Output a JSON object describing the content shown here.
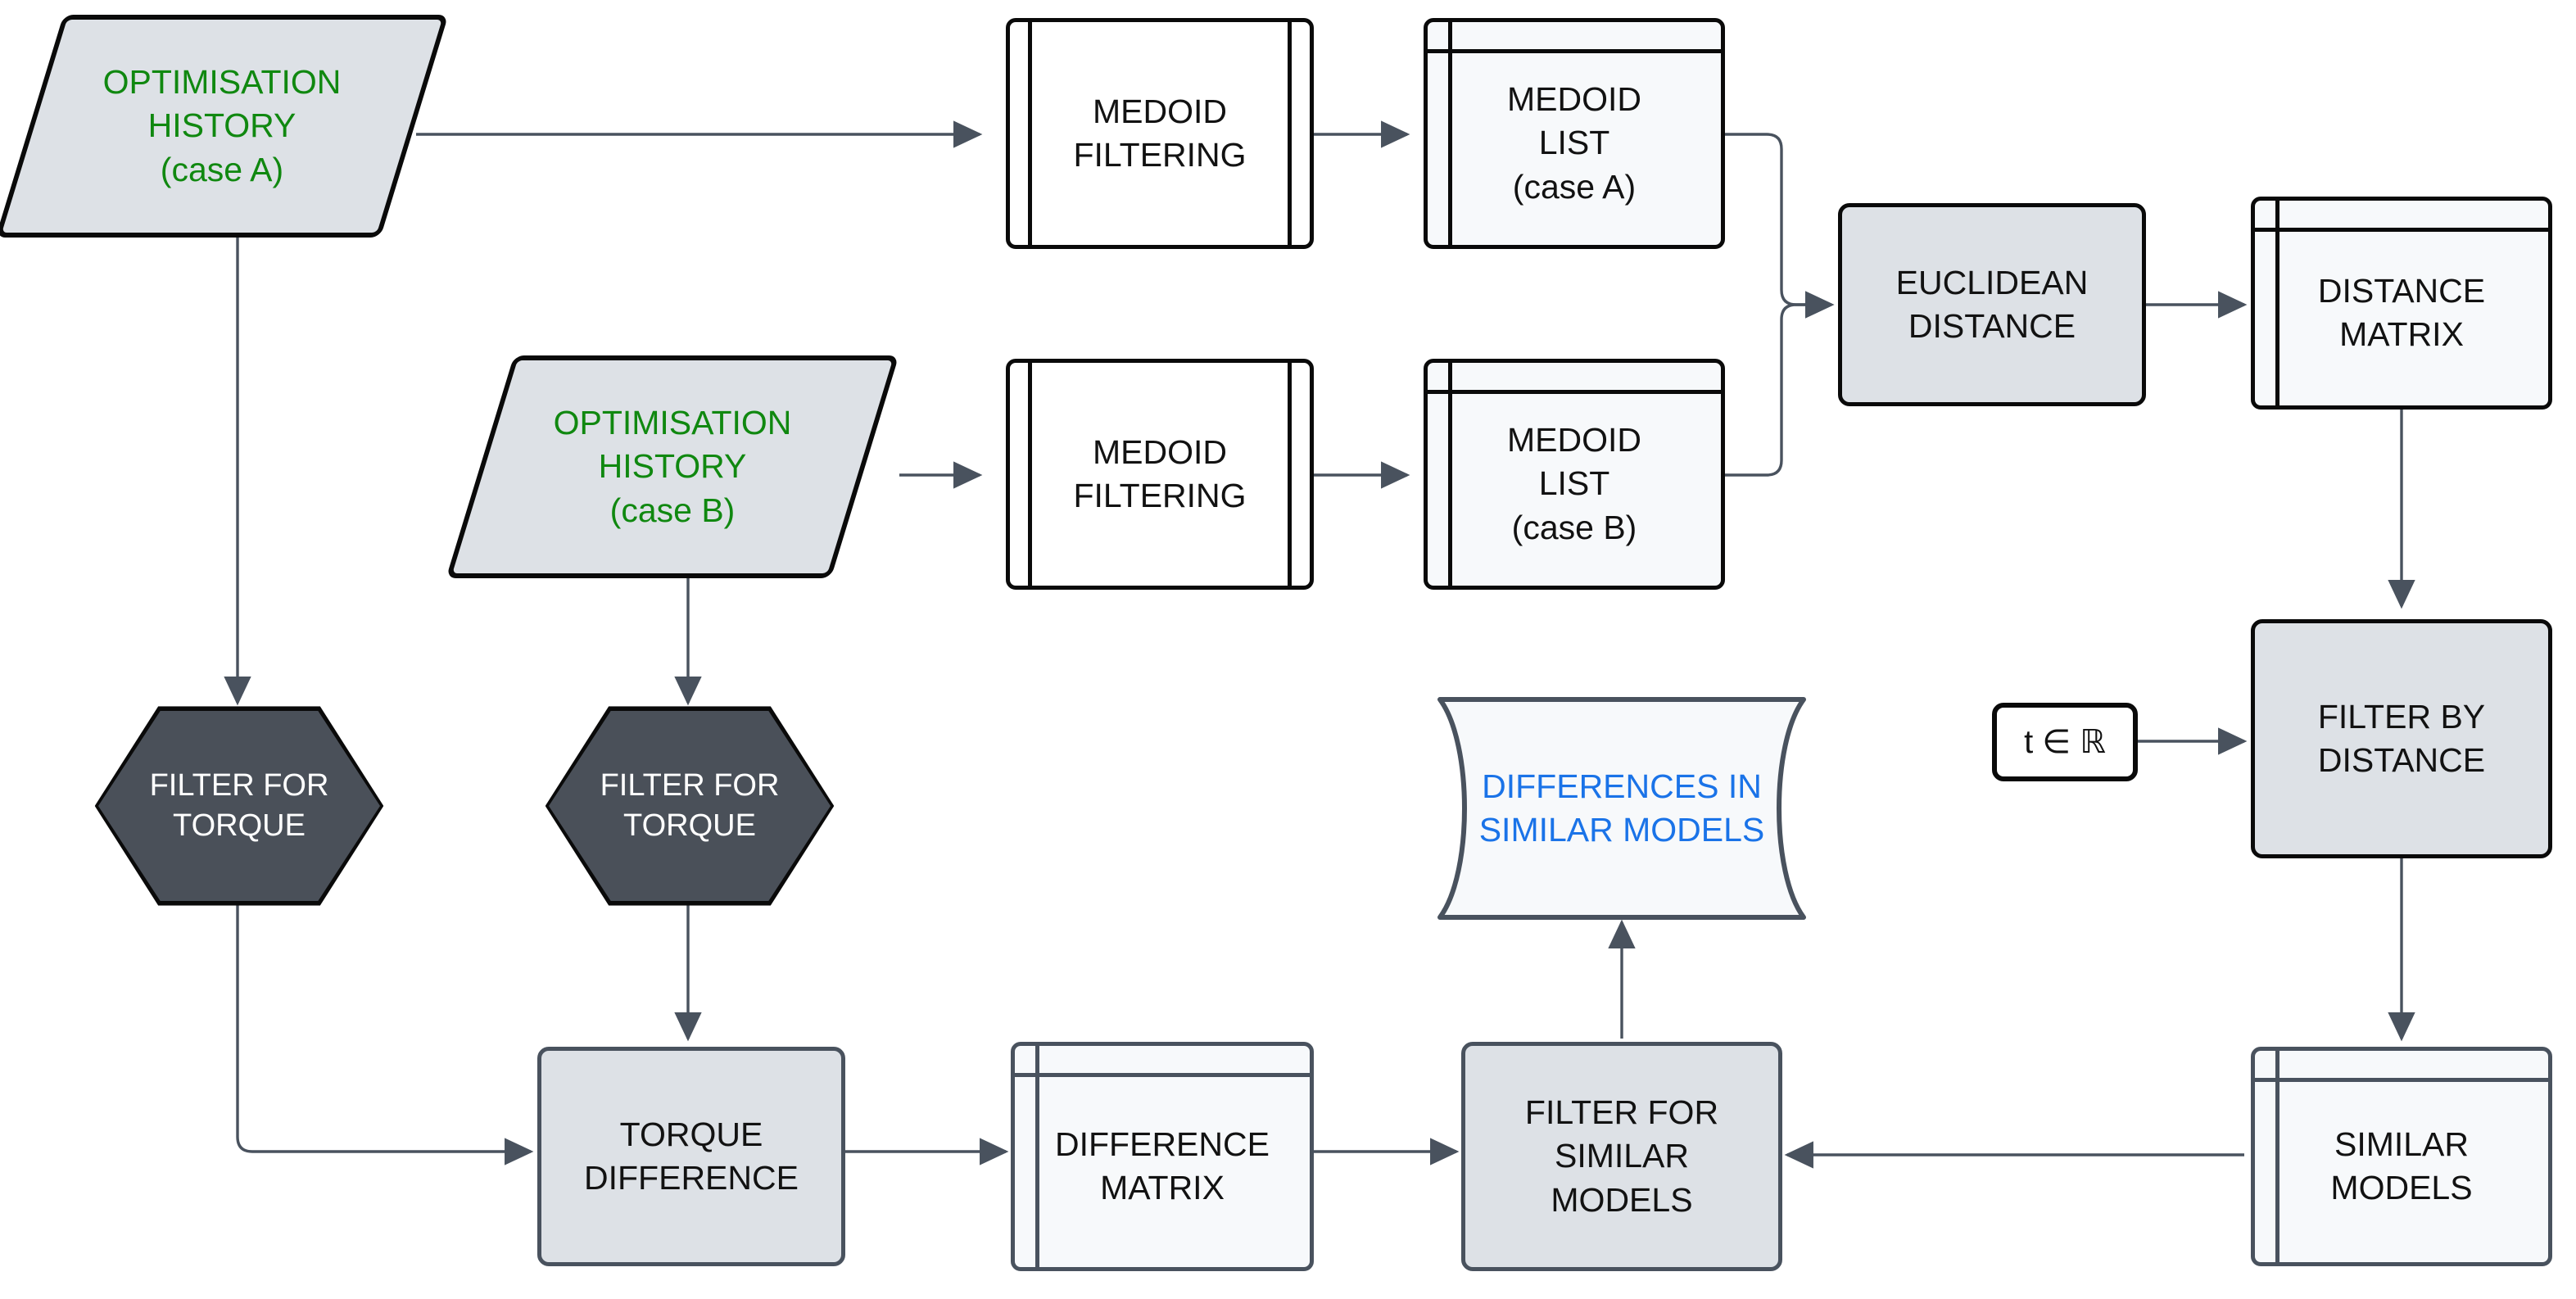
{
  "diagram": {
    "title": "Model comparison pipeline flowchart",
    "background": "#ffffff",
    "colors": {
      "green_text": "#108810",
      "blue_text": "#1A73E8",
      "grey_fill": "#DDE1E6",
      "white_fill": "#ffffff",
      "table_fill": "#F7F9FB",
      "hex_fill": "#4A5059",
      "border_black": "#0a0a0a",
      "border_slate": "#49525E",
      "edge_stroke": "#49525E"
    }
  },
  "nodes": {
    "opt_history_a": {
      "label": "OPTIMISATION\nHISTORY\n(case A)",
      "shape": "parallelogram"
    },
    "opt_history_b": {
      "label": "OPTIMISATION\nHISTORY\n(case B)",
      "shape": "parallelogram"
    },
    "medoid_filtering_a": {
      "label": "MEDOID\nFILTERING",
      "shape": "predefined-process"
    },
    "medoid_filtering_b": {
      "label": "MEDOID\nFILTERING",
      "shape": "predefined-process"
    },
    "medoid_list_a": {
      "label": "MEDOID\nLIST\n(case A)",
      "shape": "table"
    },
    "medoid_list_b": {
      "label": "MEDOID\nLIST\n(case B)",
      "shape": "table"
    },
    "euclidean_distance": {
      "label": "EUCLIDEAN\nDISTANCE",
      "shape": "process"
    },
    "distance_matrix": {
      "label": "DISTANCE\nMATRIX",
      "shape": "table"
    },
    "threshold_param": {
      "label": "t ∈ ℝ",
      "shape": "parameter-box"
    },
    "filter_by_distance": {
      "label": "FILTER BY\nDISTANCE",
      "shape": "process"
    },
    "similar_models": {
      "label": "SIMILAR\nMODELS",
      "shape": "table"
    },
    "filter_for_torque_a": {
      "label": "FILTER FOR\nTORQUE",
      "shape": "hexagon"
    },
    "filter_for_torque_b": {
      "label": "FILTER FOR\nTORQUE",
      "shape": "hexagon"
    },
    "torque_difference": {
      "label": "TORQUE\nDIFFERENCE",
      "shape": "process"
    },
    "difference_matrix": {
      "label": "DIFFERENCE\nMATRIX",
      "shape": "table"
    },
    "filter_for_similar_models": {
      "label": "FILTER FOR\nSIMILAR\nMODELS",
      "shape": "process"
    },
    "differences_in_similar_models": {
      "label": "DIFFERENCES IN\nSIMILAR MODELS",
      "shape": "tape"
    }
  },
  "edges": [
    {
      "from": "opt_history_a",
      "to": "medoid_filtering_a",
      "arrow": true
    },
    {
      "from": "opt_history_a",
      "to": "filter_for_torque_a",
      "arrow": true
    },
    {
      "from": "medoid_filtering_a",
      "to": "medoid_list_a",
      "arrow": true
    },
    {
      "from": "medoid_list_a",
      "to": "euclidean_distance",
      "arrow": true
    },
    {
      "from": "opt_history_b",
      "to": "medoid_filtering_b",
      "arrow": true
    },
    {
      "from": "opt_history_b",
      "to": "filter_for_torque_b",
      "arrow": true
    },
    {
      "from": "medoid_filtering_b",
      "to": "medoid_list_b",
      "arrow": true
    },
    {
      "from": "medoid_list_b",
      "to": "euclidean_distance",
      "arrow": true
    },
    {
      "from": "euclidean_distance",
      "to": "distance_matrix",
      "arrow": true
    },
    {
      "from": "distance_matrix",
      "to": "filter_by_distance",
      "arrow": true
    },
    {
      "from": "threshold_param",
      "to": "filter_by_distance",
      "arrow": true
    },
    {
      "from": "filter_by_distance",
      "to": "similar_models",
      "arrow": true
    },
    {
      "from": "similar_models",
      "to": "filter_for_similar_models",
      "arrow": true
    },
    {
      "from": "filter_for_torque_a",
      "to": "torque_difference",
      "arrow": true
    },
    {
      "from": "filter_for_torque_b",
      "to": "torque_difference",
      "arrow": true
    },
    {
      "from": "torque_difference",
      "to": "difference_matrix",
      "arrow": true
    },
    {
      "from": "difference_matrix",
      "to": "filter_for_similar_models",
      "arrow": true
    },
    {
      "from": "filter_for_similar_models",
      "to": "differences_in_similar_models",
      "arrow": true
    }
  ]
}
